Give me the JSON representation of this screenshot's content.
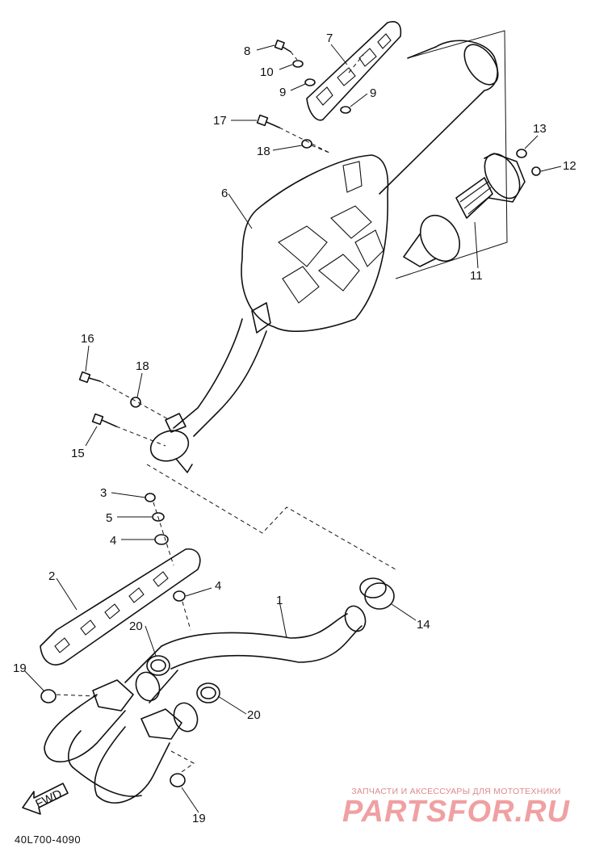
{
  "diagram": {
    "drawing_code": "40L700-4090",
    "direction_label": "FWD",
    "callouts": [
      {
        "id": "c8",
        "label": "8"
      },
      {
        "id": "c7",
        "label": "7"
      },
      {
        "id": "c10",
        "label": "10"
      },
      {
        "id": "c9a",
        "label": "9"
      },
      {
        "id": "c9b",
        "label": "9"
      },
      {
        "id": "c17",
        "label": "17"
      },
      {
        "id": "c18a",
        "label": "18"
      },
      {
        "id": "c13",
        "label": "13"
      },
      {
        "id": "c12",
        "label": "12"
      },
      {
        "id": "c6",
        "label": "6"
      },
      {
        "id": "c11",
        "label": "11"
      },
      {
        "id": "c16",
        "label": "16"
      },
      {
        "id": "c18b",
        "label": "18"
      },
      {
        "id": "c15",
        "label": "15"
      },
      {
        "id": "c3",
        "label": "3"
      },
      {
        "id": "c5",
        "label": "5"
      },
      {
        "id": "c4a",
        "label": "4"
      },
      {
        "id": "c2",
        "label": "2"
      },
      {
        "id": "c4b",
        "label": "4"
      },
      {
        "id": "c1",
        "label": "1"
      },
      {
        "id": "c14",
        "label": "14"
      },
      {
        "id": "c20a",
        "label": "20"
      },
      {
        "id": "c19a",
        "label": "19"
      },
      {
        "id": "c20b",
        "label": "20"
      },
      {
        "id": "c19b",
        "label": "19"
      }
    ]
  },
  "watermark": {
    "caption": "ЗАПЧАСТИ И АКСЕССУАРЫ ДЛЯ МОТОТЕХНИКИ",
    "logo": "PARTSFOR.RU"
  }
}
